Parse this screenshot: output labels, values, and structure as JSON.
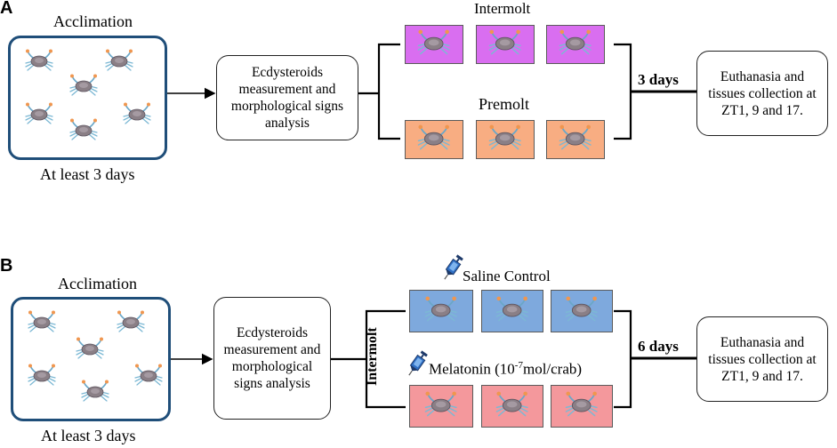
{
  "colors": {
    "intermolt": "#d96ef0",
    "premolt": "#f8ad82",
    "saline": "#7ea9dd",
    "melatonin": "#f4989c",
    "acclimation_border": "#1f4e79"
  },
  "panel_a": {
    "label": "A",
    "acclimation_title": "Acclimation",
    "acclimation_caption": "At least 3 days",
    "measure_box": "Ecdysteroids measurement and morphological signs analysis",
    "group1_label": "Intermolt",
    "group2_label": "Premolt",
    "duration": "3 days",
    "end_box": "Euthanasia and tissues collection at ZT1, 9 and 17."
  },
  "panel_b": {
    "label": "B",
    "acclimation_title": "Acclimation",
    "acclimation_caption": "At least 3 days",
    "measure_box": "Ecdysteroids measurement and morphological signs analysis",
    "branch_label": "Intermolt",
    "group1_label": "Saline Control",
    "group2_label_prefix": "Melatonin (10",
    "group2_label_exp": "-7",
    "group2_label_suffix": "mol/crab)",
    "duration": "6 days",
    "end_box": "Euthanasia and tissues collection at ZT1, 9 and 17."
  },
  "icons": [
    "crab-icon",
    "syringe-icon"
  ]
}
